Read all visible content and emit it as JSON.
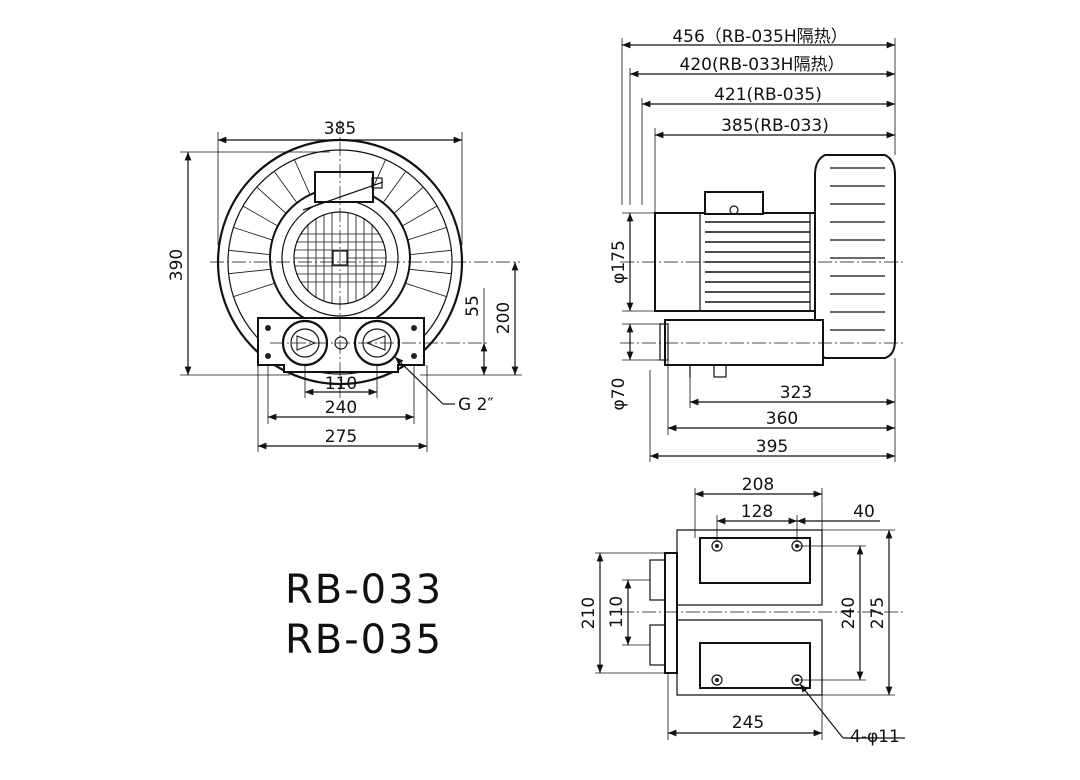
{
  "models": [
    "RB-033",
    "RB-035"
  ],
  "front_view": {
    "width_total": "385",
    "height_total": "390",
    "height_axis": "200",
    "offset_55": "55",
    "outlet_spacing": "110",
    "base_inner": "240",
    "base_outer": "275",
    "port_label": "G 2″"
  },
  "side_view": {
    "len_035h": "456（RB-035H隔热）",
    "len_033h": "420(RB-033H隔热）",
    "len_035": "421(RB-035)",
    "len_033": "385(RB-033)",
    "motor_dia": "φ175",
    "pipe_dia": "φ70",
    "len_323": "323",
    "len_360": "360",
    "len_395": "395"
  },
  "base_view": {
    "top_208": "208",
    "holes_128": "128",
    "edge_40": "40",
    "height_210": "210",
    "pitch_110": "110",
    "holes_240": "240",
    "outer_275": "275",
    "bottom_245": "245",
    "holes_label": "4-φ11"
  }
}
